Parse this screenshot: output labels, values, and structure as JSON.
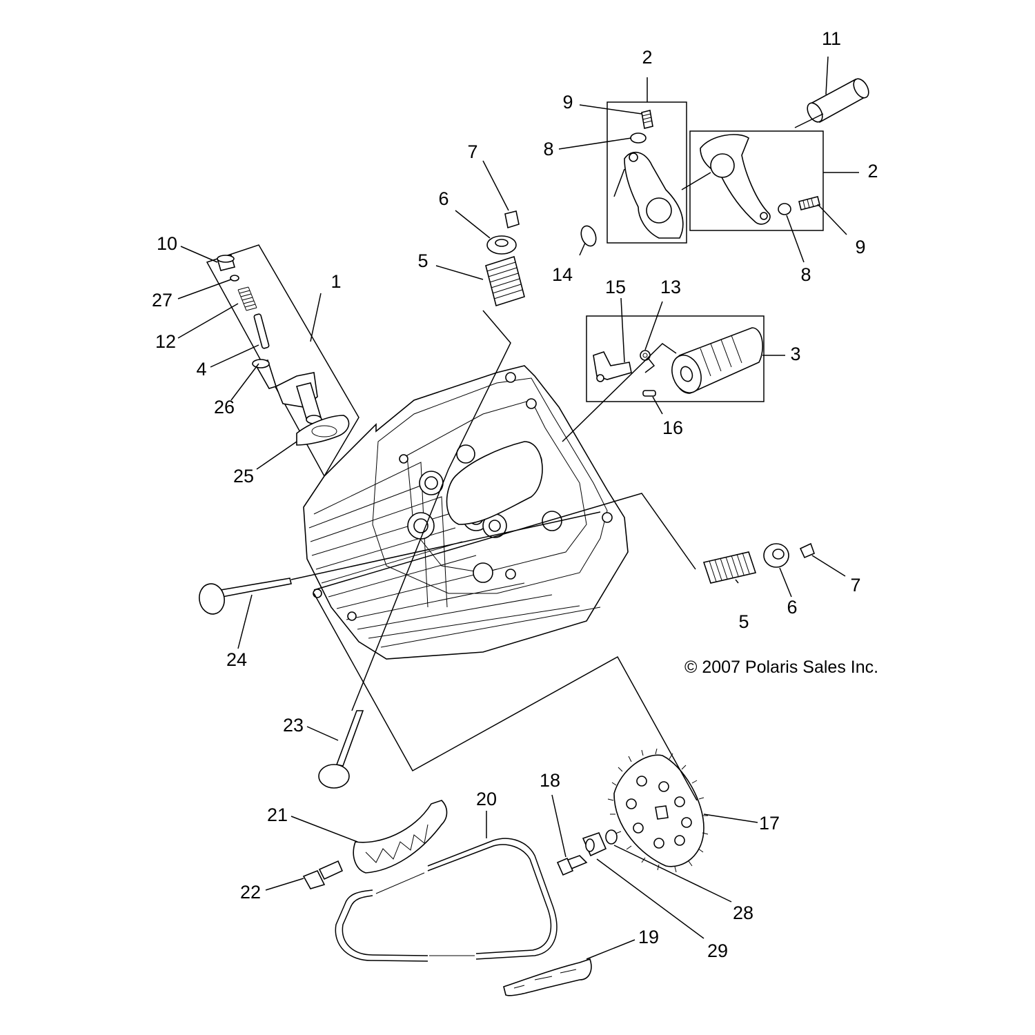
{
  "callouts": [
    {
      "id": "c1",
      "text": "1"
    },
    {
      "id": "c2a",
      "text": "2"
    },
    {
      "id": "c2b",
      "text": "2"
    },
    {
      "id": "c3",
      "text": "3"
    },
    {
      "id": "c4",
      "text": "4"
    },
    {
      "id": "c5a",
      "text": "5"
    },
    {
      "id": "c5b",
      "text": "5"
    },
    {
      "id": "c6a",
      "text": "6"
    },
    {
      "id": "c6b",
      "text": "6"
    },
    {
      "id": "c7a",
      "text": "7"
    },
    {
      "id": "c7b",
      "text": "7"
    },
    {
      "id": "c8a",
      "text": "8"
    },
    {
      "id": "c8b",
      "text": "8"
    },
    {
      "id": "c9a",
      "text": "9"
    },
    {
      "id": "c9b",
      "text": "9"
    },
    {
      "id": "c10",
      "text": "10"
    },
    {
      "id": "c11",
      "text": "11"
    },
    {
      "id": "c12",
      "text": "12"
    },
    {
      "id": "c13",
      "text": "13"
    },
    {
      "id": "c14",
      "text": "14"
    },
    {
      "id": "c15",
      "text": "15"
    },
    {
      "id": "c16",
      "text": "16"
    },
    {
      "id": "c17",
      "text": "17"
    },
    {
      "id": "c18",
      "text": "18"
    },
    {
      "id": "c19",
      "text": "19"
    },
    {
      "id": "c20",
      "text": "20"
    },
    {
      "id": "c21",
      "text": "21"
    },
    {
      "id": "c22",
      "text": "22"
    },
    {
      "id": "c23",
      "text": "23"
    },
    {
      "id": "c24",
      "text": "24"
    },
    {
      "id": "c25",
      "text": "25"
    },
    {
      "id": "c26",
      "text": "26"
    },
    {
      "id": "c27",
      "text": "27"
    },
    {
      "id": "c28",
      "text": "28"
    },
    {
      "id": "c29",
      "text": "29"
    }
  ],
  "copyright": "© 2007 Polaris Sales Inc."
}
